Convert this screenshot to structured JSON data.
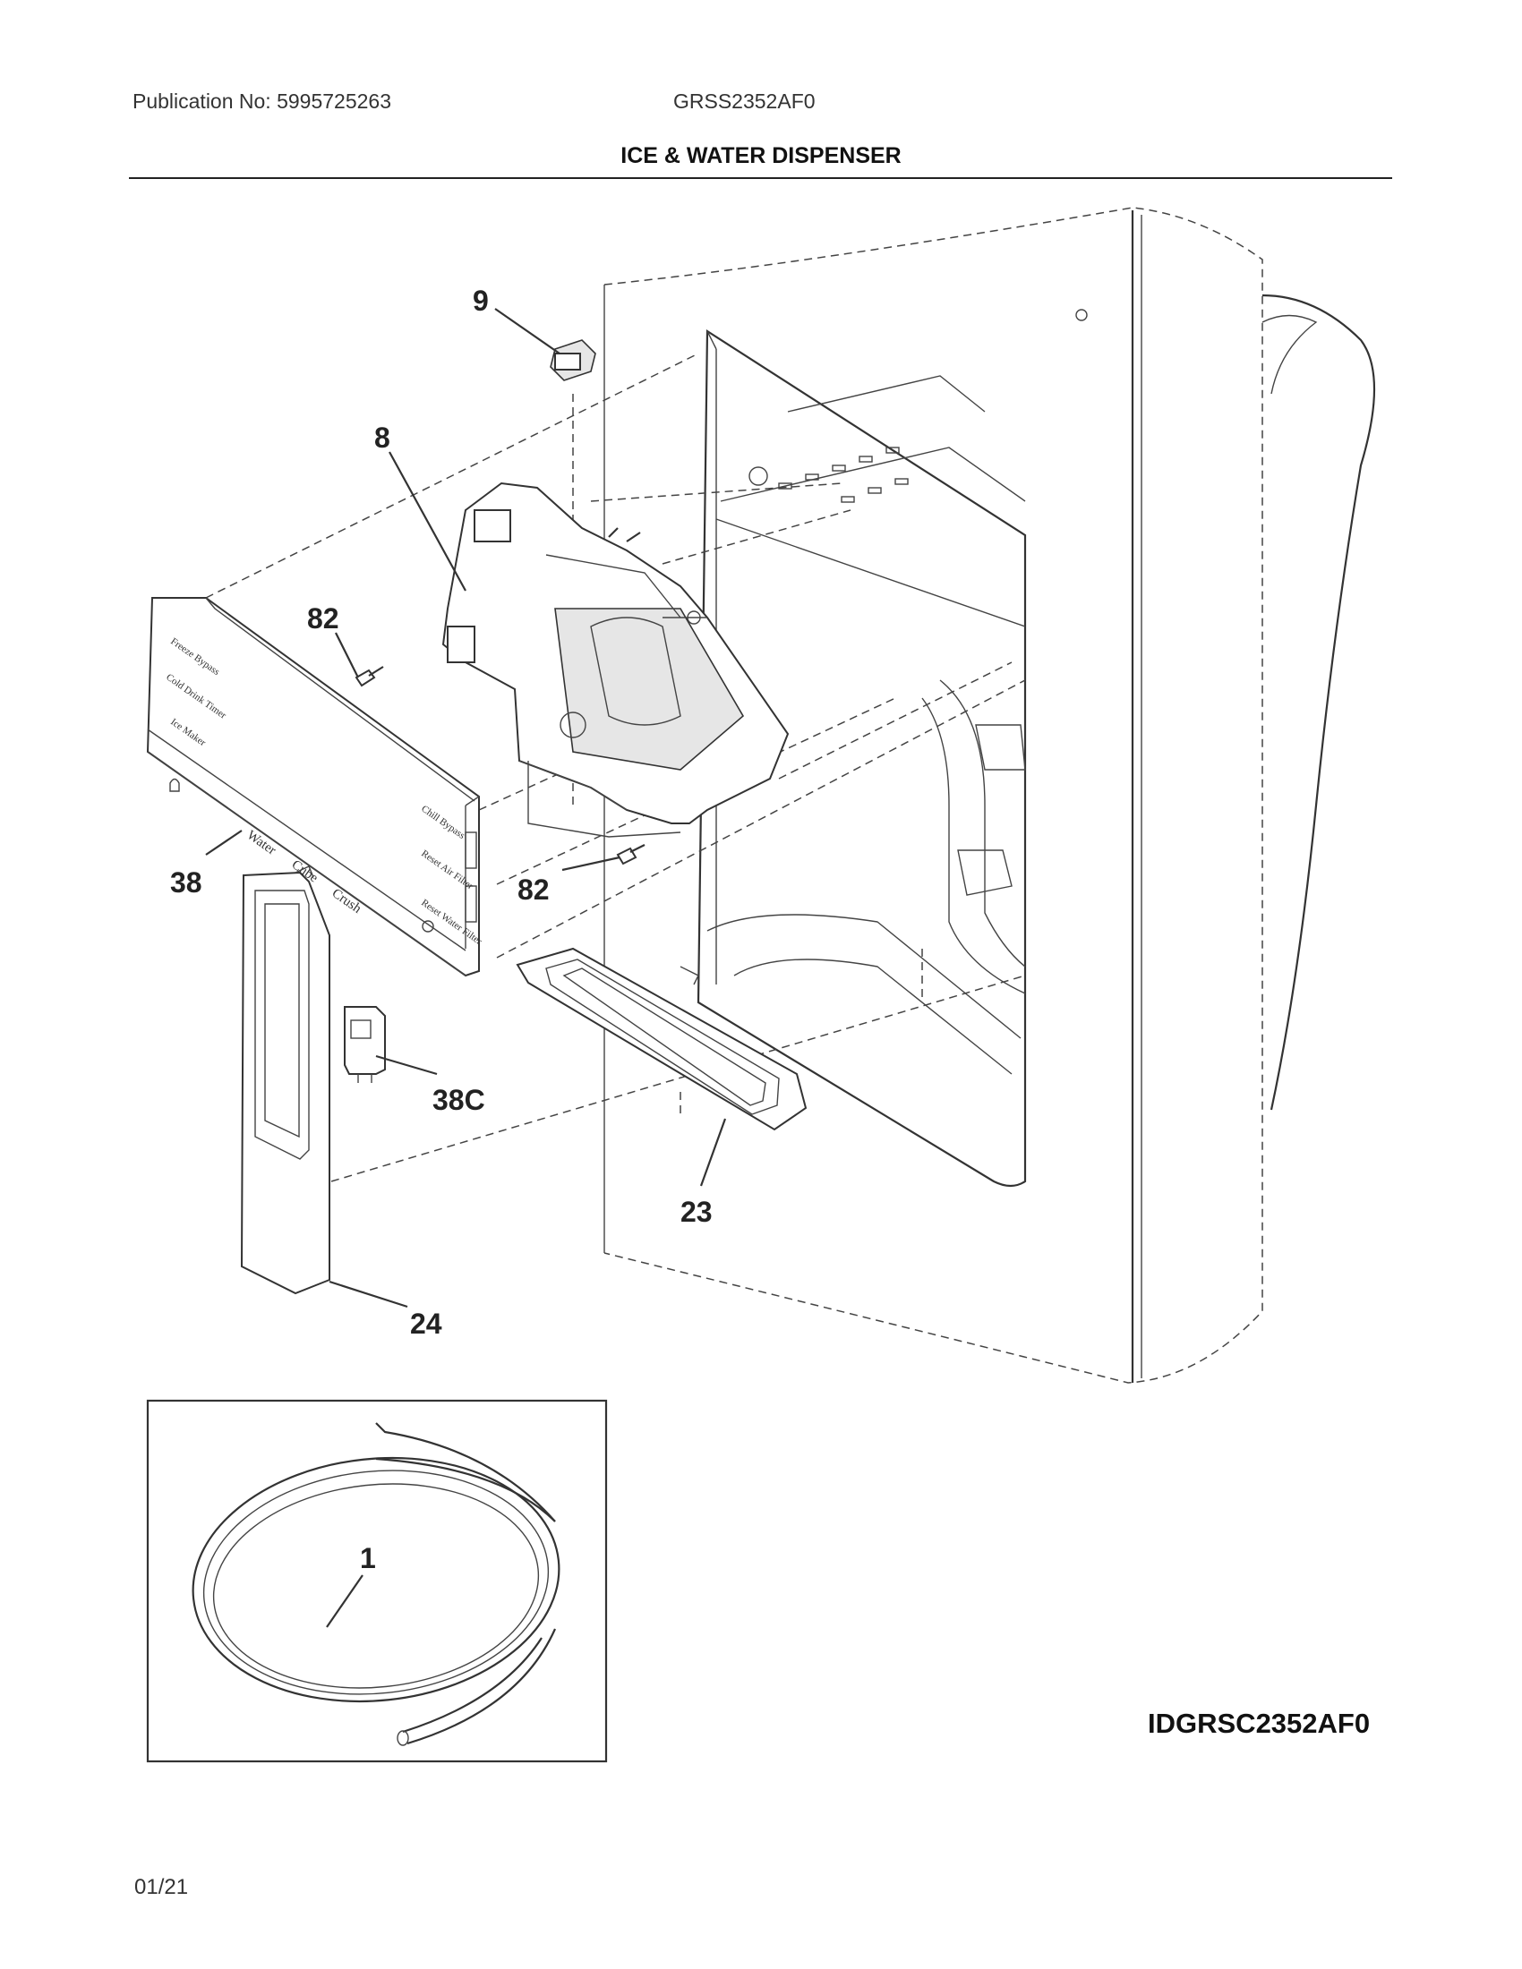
{
  "header": {
    "publication": "Publication No: 5995725263",
    "model": "GRSS2352AF0",
    "title": "ICE & WATER DISPENSER"
  },
  "callouts": [
    "9",
    "8",
    "82",
    "82",
    "38",
    "38C",
    "23",
    "24",
    "1"
  ],
  "panel_labels": {
    "left": [
      "Freeze Bypass",
      "Cold Drink Timer",
      "Ice Maker"
    ],
    "right": [
      "Chill Bypass",
      "Reset Air Filter",
      "Reset Water Filter"
    ],
    "bottom": [
      "Water",
      "Cube",
      "Crush"
    ]
  },
  "diagram_id": "IDGRSC2352AF0",
  "page": "01/21"
}
